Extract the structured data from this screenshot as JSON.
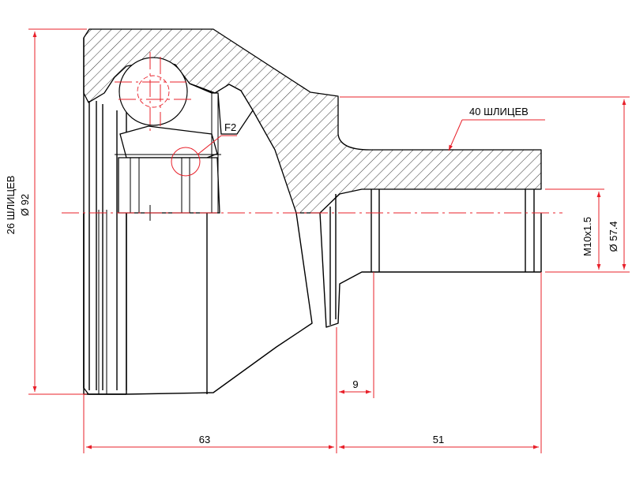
{
  "labels": {
    "left_spline": "26 ШЛИЦЕВ",
    "left_diameter": "Ø 92",
    "right_spline": "40 ШЛИЦЕВ",
    "thread": "M10x1.5",
    "right_diameter": "Ø 57.4",
    "detail": "F2",
    "dim_9": "9",
    "dim_63": "63",
    "dim_51": "51"
  },
  "colors": {
    "outline": "#000000",
    "dimension": "#e8202a"
  }
}
